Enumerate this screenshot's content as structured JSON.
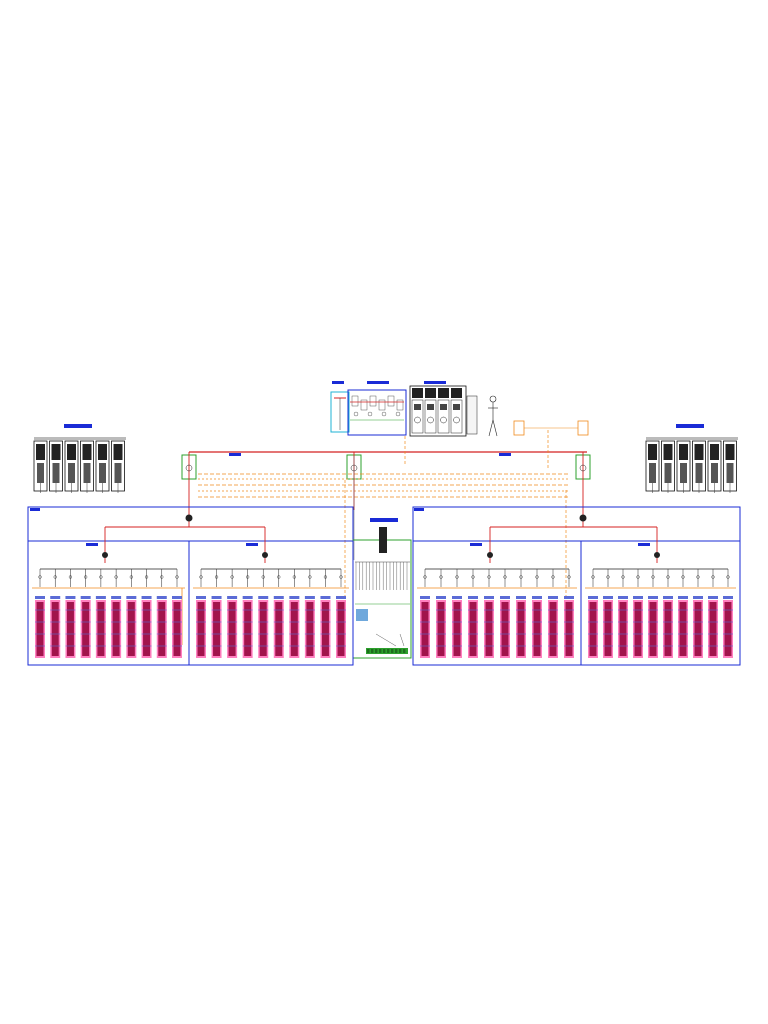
{
  "sheet": {
    "title_line_1": "",
    "title_line_2": ""
  },
  "labels": {
    "left_cabinet_group": "",
    "right_cabinet_group": "",
    "center_panel": "",
    "orange_box_left": "",
    "orange_box_right": ""
  },
  "colors": {
    "frame": "#1a2bd6",
    "power_line": "#d42020",
    "signal_line": "#f08a1c",
    "enclosure": "#2ca02c",
    "cabinet": "#111111",
    "rack_band": "#ff7fbf",
    "rack_body": "#a2144c",
    "rack_header": "#5b6bd6"
  },
  "diagram": {
    "sections": [
      "section-1",
      "section-2",
      "section-3",
      "section-4"
    ],
    "branches_per_section": 10
  }
}
